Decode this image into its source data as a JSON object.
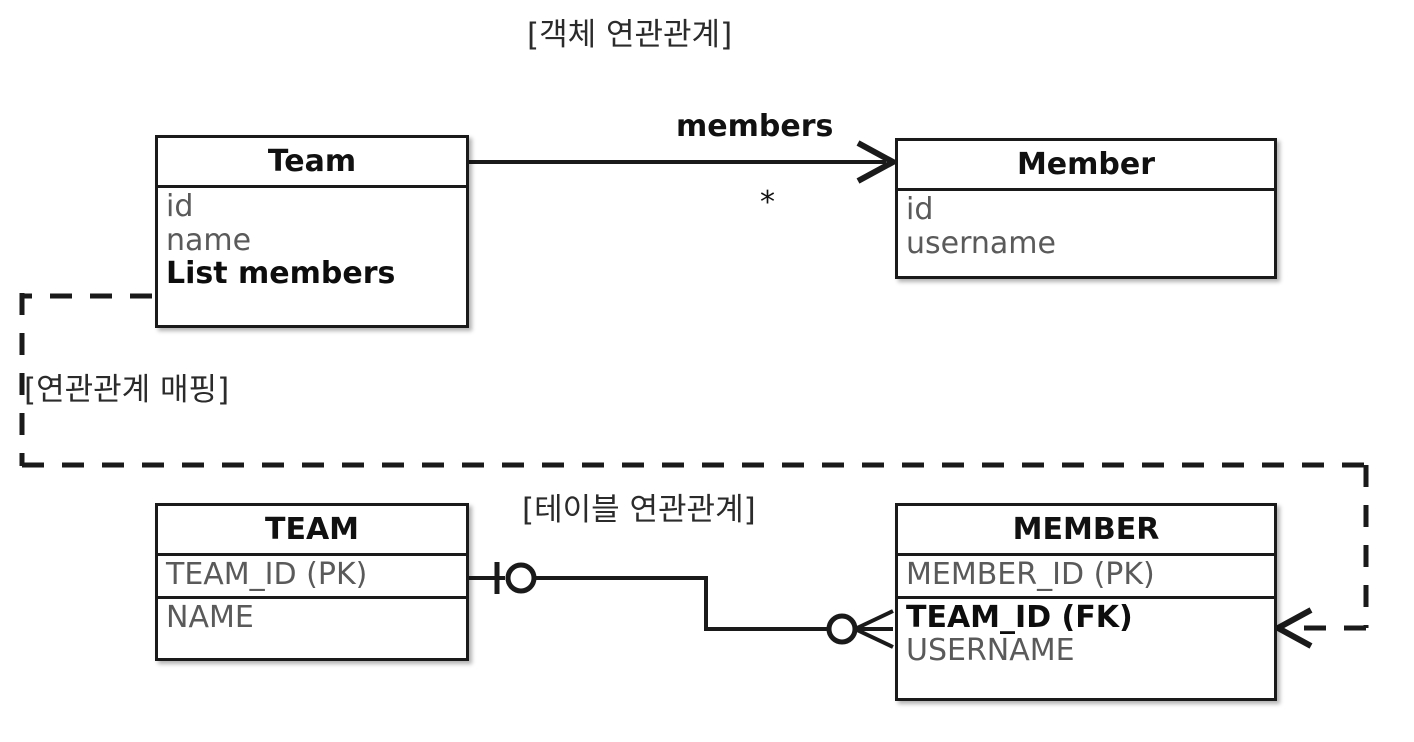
{
  "diagram": {
    "captions": {
      "object_association": "[객체 연관관계]",
      "association_mapping": "[연관관계 매핑]",
      "table_association": "[테이블 연관관계]"
    },
    "colors": {
      "stroke": "#1a1a1a",
      "background": "#ffffff",
      "attribute_text": "#5a5a5a",
      "emphasis_text": "#0d0d0d"
    }
  },
  "object_model": {
    "team_class": {
      "name": "Team",
      "attributes": [
        {
          "text": "id",
          "emphasis": false
        },
        {
          "text": "name",
          "emphasis": false
        },
        {
          "text": "List members",
          "emphasis": true
        }
      ]
    },
    "member_class": {
      "name": "Member",
      "attributes": [
        {
          "text": "id",
          "emphasis": false
        },
        {
          "text": "username",
          "emphasis": false
        }
      ]
    },
    "association": {
      "role_label": "members",
      "multiplicity": "*",
      "direction": "Team -> Member",
      "arrow": "open-arrowhead"
    }
  },
  "table_model": {
    "team_table": {
      "name": "TEAM",
      "columns": [
        {
          "text": "TEAM_ID (PK)",
          "emphasis": false
        },
        {
          "text": "NAME",
          "emphasis": false
        }
      ]
    },
    "member_table": {
      "name": "MEMBER",
      "columns": [
        {
          "text": "MEMBER_ID (PK)",
          "emphasis": false
        },
        {
          "text": "TEAM_ID (FK)",
          "emphasis": true
        },
        {
          "text": "USERNAME",
          "emphasis": false
        }
      ]
    },
    "relationship": {
      "team_side_notation": "one-and-only-one",
      "member_side_notation": "zero-or-many-crowsfoot"
    }
  }
}
